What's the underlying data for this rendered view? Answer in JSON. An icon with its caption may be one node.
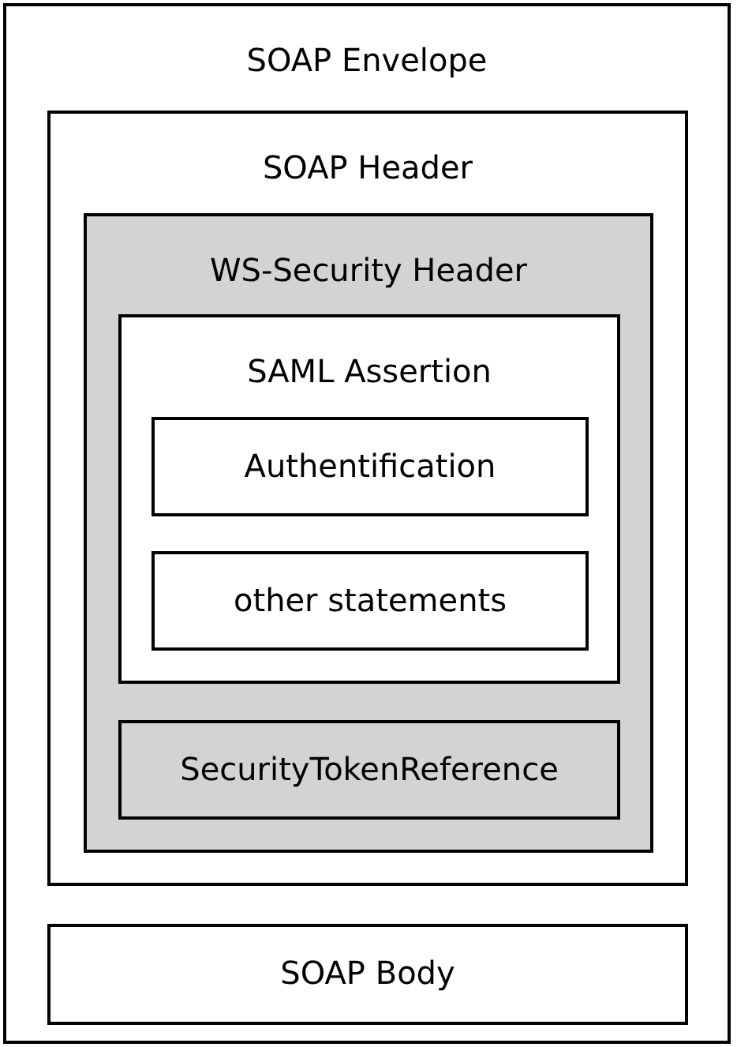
{
  "diagram": {
    "nodes": [
      {
        "text": [
          "SOAP Envelope"
        ]
      },
      {
        "text": [
          "SOAP Header"
        ],
        "in": 0
      },
      {
        "text": [
          "WS-Security Header"
        ],
        "in": 1
      },
      {
        "text": [
          "SAML Assertion"
        ],
        "in": 2
      },
      {
        "text": [
          "Authentification"
        ],
        "in": 3
      },
      {
        "text": [
          "other statements"
        ],
        "in": 3
      },
      {
        "text": [
          "SecurityTokenReference"
        ],
        "in": 2
      },
      {
        "text": [
          "SOAP Body"
        ],
        "in": 0
      }
    ]
  }
}
